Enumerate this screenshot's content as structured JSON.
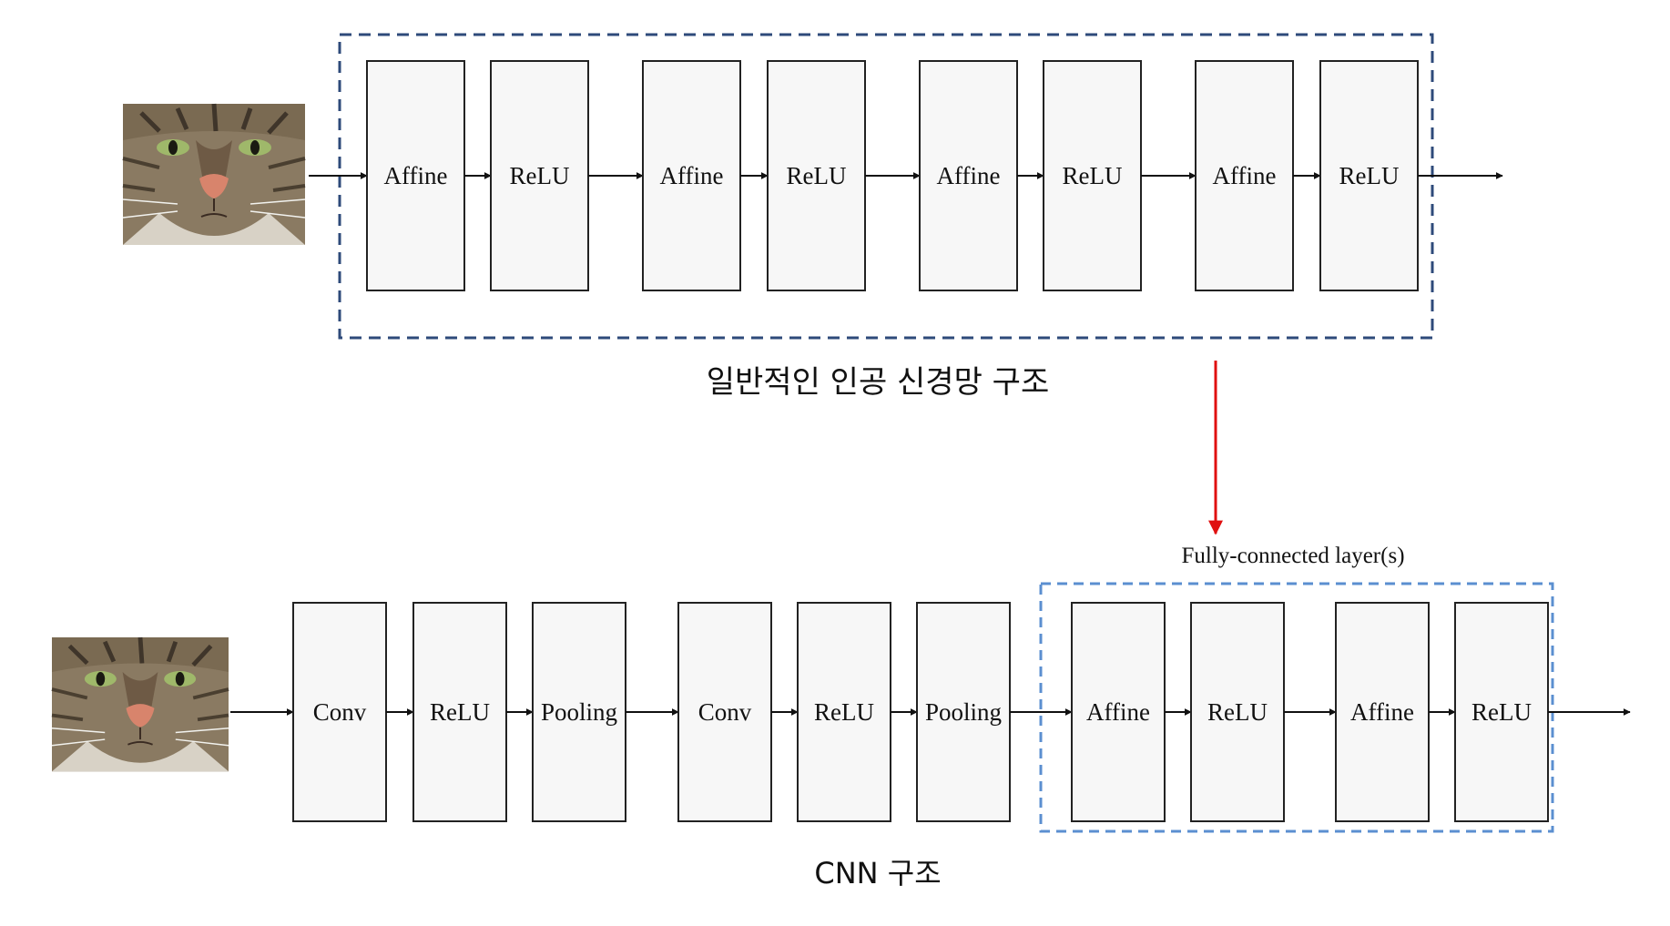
{
  "top": {
    "blocks": [
      "Affine",
      "ReLU",
      "Affine",
      "ReLU",
      "Affine",
      "ReLU",
      "Affine",
      "ReLU"
    ],
    "caption": "일반적인 인공 신경망 구조"
  },
  "bottom": {
    "blocks": [
      "Conv",
      "ReLU",
      "Pooling",
      "Conv",
      "ReLU",
      "Pooling",
      "Affine",
      "ReLU",
      "Affine",
      "ReLU"
    ],
    "fc_label": "Fully-connected layer(s)",
    "caption": "CNN 구조"
  },
  "colors": {
    "dashed_dark": "#2e4a7a",
    "dashed_light": "#5b8fd0",
    "link_arrow": "#e01010",
    "block_fill": "#f7f7f7",
    "block_stroke": "#222222"
  },
  "image": {
    "subject": "cat-face"
  }
}
